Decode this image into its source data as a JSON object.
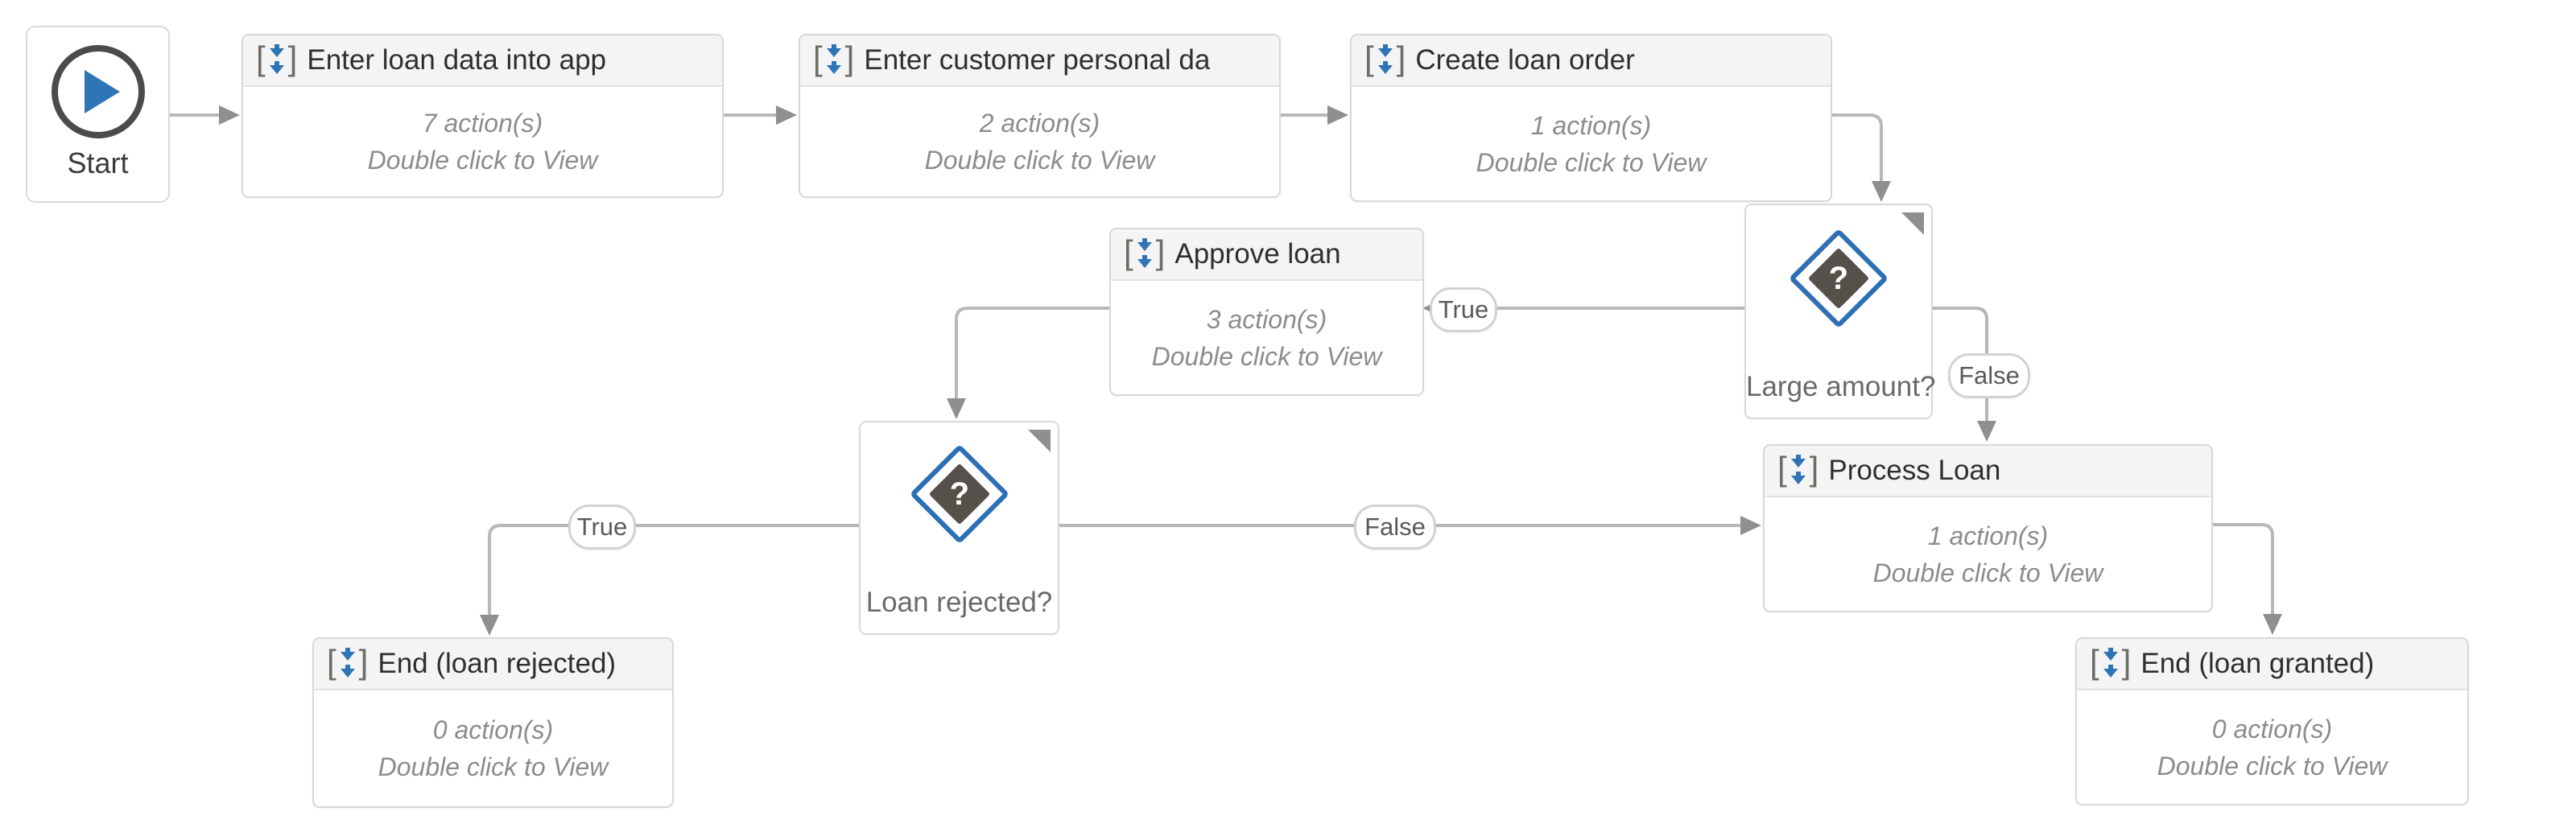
{
  "flowchart": {
    "start": {
      "label": "Start"
    },
    "hint": "Double click to View",
    "nodes": {
      "enter_loan_data": {
        "title": "Enter loan data into app",
        "actions": "7 action(s)"
      },
      "enter_customer_data": {
        "title": "Enter customer personal da",
        "actions": "2 action(s)"
      },
      "create_loan_order": {
        "title": "Create loan order",
        "actions": "1 action(s)"
      },
      "approve_loan": {
        "title": "Approve loan",
        "actions": "3 action(s)"
      },
      "process_loan": {
        "title": "Process Loan",
        "actions": "1 action(s)"
      },
      "end_loan_rejected": {
        "title": "End (loan rejected)",
        "actions": "0 action(s)"
      },
      "end_loan_granted": {
        "title": "End (loan granted)",
        "actions": "0 action(s)"
      }
    },
    "decisions": {
      "large_amount": {
        "label": "Large amount?",
        "symbol": "?"
      },
      "loan_rejected": {
        "label": "Loan rejected?",
        "symbol": "?"
      }
    },
    "edge_labels": {
      "large_true": "True",
      "large_false": "False",
      "rejected_true": "True",
      "rejected_false": "False"
    },
    "icons": {
      "bracket_left": "[",
      "bracket_right": "]"
    },
    "colors": {
      "accent_blue": "#2e75b6",
      "diamond_inner": "#56504a",
      "wire": "#b8b8b8",
      "arrowhead": "#8f8f8f",
      "header_bg": "#f4f4f4",
      "border": "#d8d8d8"
    }
  }
}
